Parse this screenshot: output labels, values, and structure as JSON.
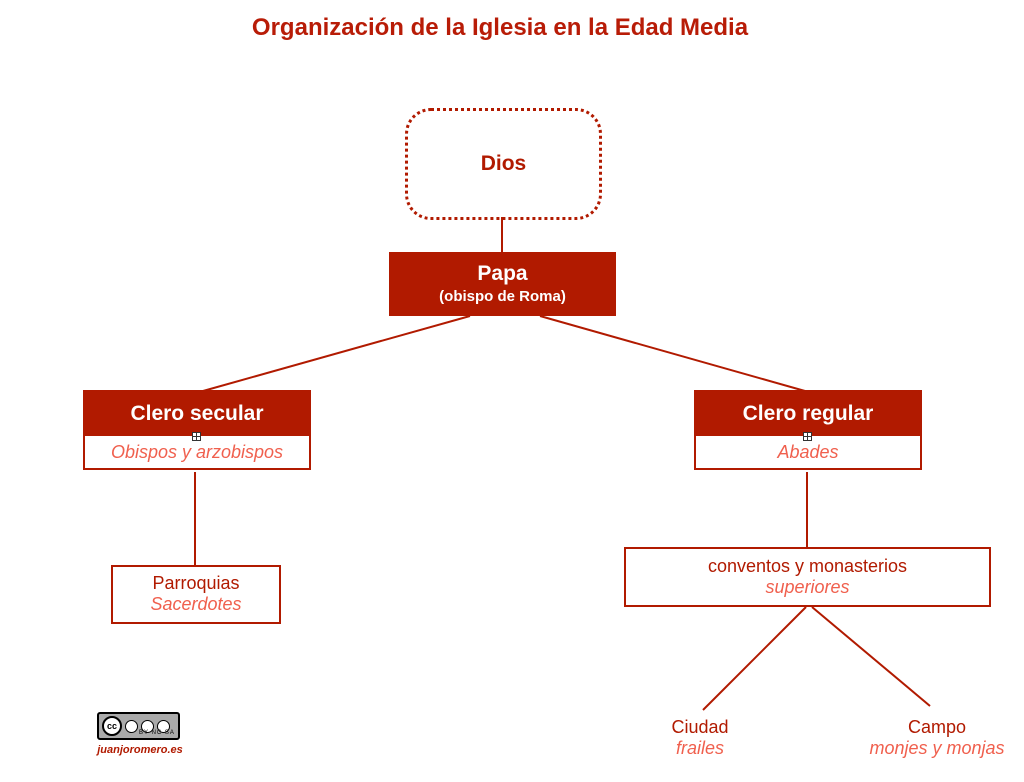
{
  "title": "Organización de la Iglesia en la Edad Media",
  "nodes": {
    "dios": "Dios",
    "papa": {
      "title": "Papa",
      "subtitle": "(obispo de Roma)"
    },
    "clero_secular": {
      "title": "Clero secular",
      "subtitle": "Obispos y arzobispos"
    },
    "clero_regular": {
      "title": "Clero regular",
      "subtitle": "Abades"
    },
    "parroquias": {
      "title": "Parroquias",
      "subtitle": "Sacerdotes"
    },
    "conventos": {
      "title": "conventos y monasterios",
      "subtitle": "superiores"
    },
    "ciudad": {
      "title": "Ciudad",
      "subtitle": "frailes"
    },
    "campo": {
      "title": "Campo",
      "subtitle": "monjes y monjas"
    }
  },
  "license": {
    "badge": "cc",
    "labels": "BY NC SA",
    "site": "juanjoromero.es"
  },
  "colors": {
    "primary": "#b11a00",
    "accent": "#f0604e"
  }
}
